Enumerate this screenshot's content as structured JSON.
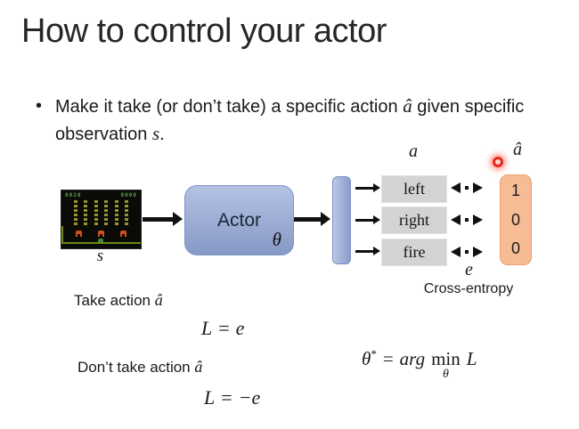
{
  "slide": {
    "title": "How to control your actor",
    "bullet": {
      "line1_pre": "Make it take (or don’t take) a specific action ",
      "line1_math": "â",
      "line1_post": " given specific observation ",
      "line2_math": "s",
      "line2_post": "."
    }
  },
  "diagram": {
    "game": {
      "score_left": "0020",
      "score_right": "0000",
      "label": "s",
      "grid": {
        "rows": 6,
        "cols": 6
      }
    },
    "actor": {
      "label": "Actor",
      "param": "θ"
    },
    "action_label": "a",
    "target_label": "â",
    "actions": [
      "left",
      "right",
      "fire"
    ],
    "targets": [
      "1",
      "0",
      "0"
    ],
    "error_label": "e",
    "loss_label": "Cross-entropy"
  },
  "equations": {
    "take_caption_pre": "Take action ",
    "take_caption_math": "â",
    "take_formula": {
      "lhs": "L",
      "eq": "=",
      "rhs": "e"
    },
    "dont_caption_pre": "Don’t take action ",
    "dont_caption_math": "â",
    "dont_formula": {
      "lhs": "L",
      "eq": "=",
      "rhs": "−e"
    },
    "objective": {
      "theta": "θ",
      "star": "*",
      "eq": "=",
      "arg": "arg",
      "min": "min",
      "min_sub": "θ",
      "loss": "L"
    }
  },
  "colors": {
    "actor_blue": "#96aad9",
    "bar_blue": "#9db0de",
    "action_gray": "#d3d3d3",
    "target_orange": "#f6bc96",
    "target_border": "#eb9e6e",
    "laser_red": "#e8271c",
    "invader_olive": "#9a9430",
    "bunker_orange": "#cf4f1f",
    "score_green": "#5a9e55",
    "ground_green": "#6a8a1a"
  }
}
